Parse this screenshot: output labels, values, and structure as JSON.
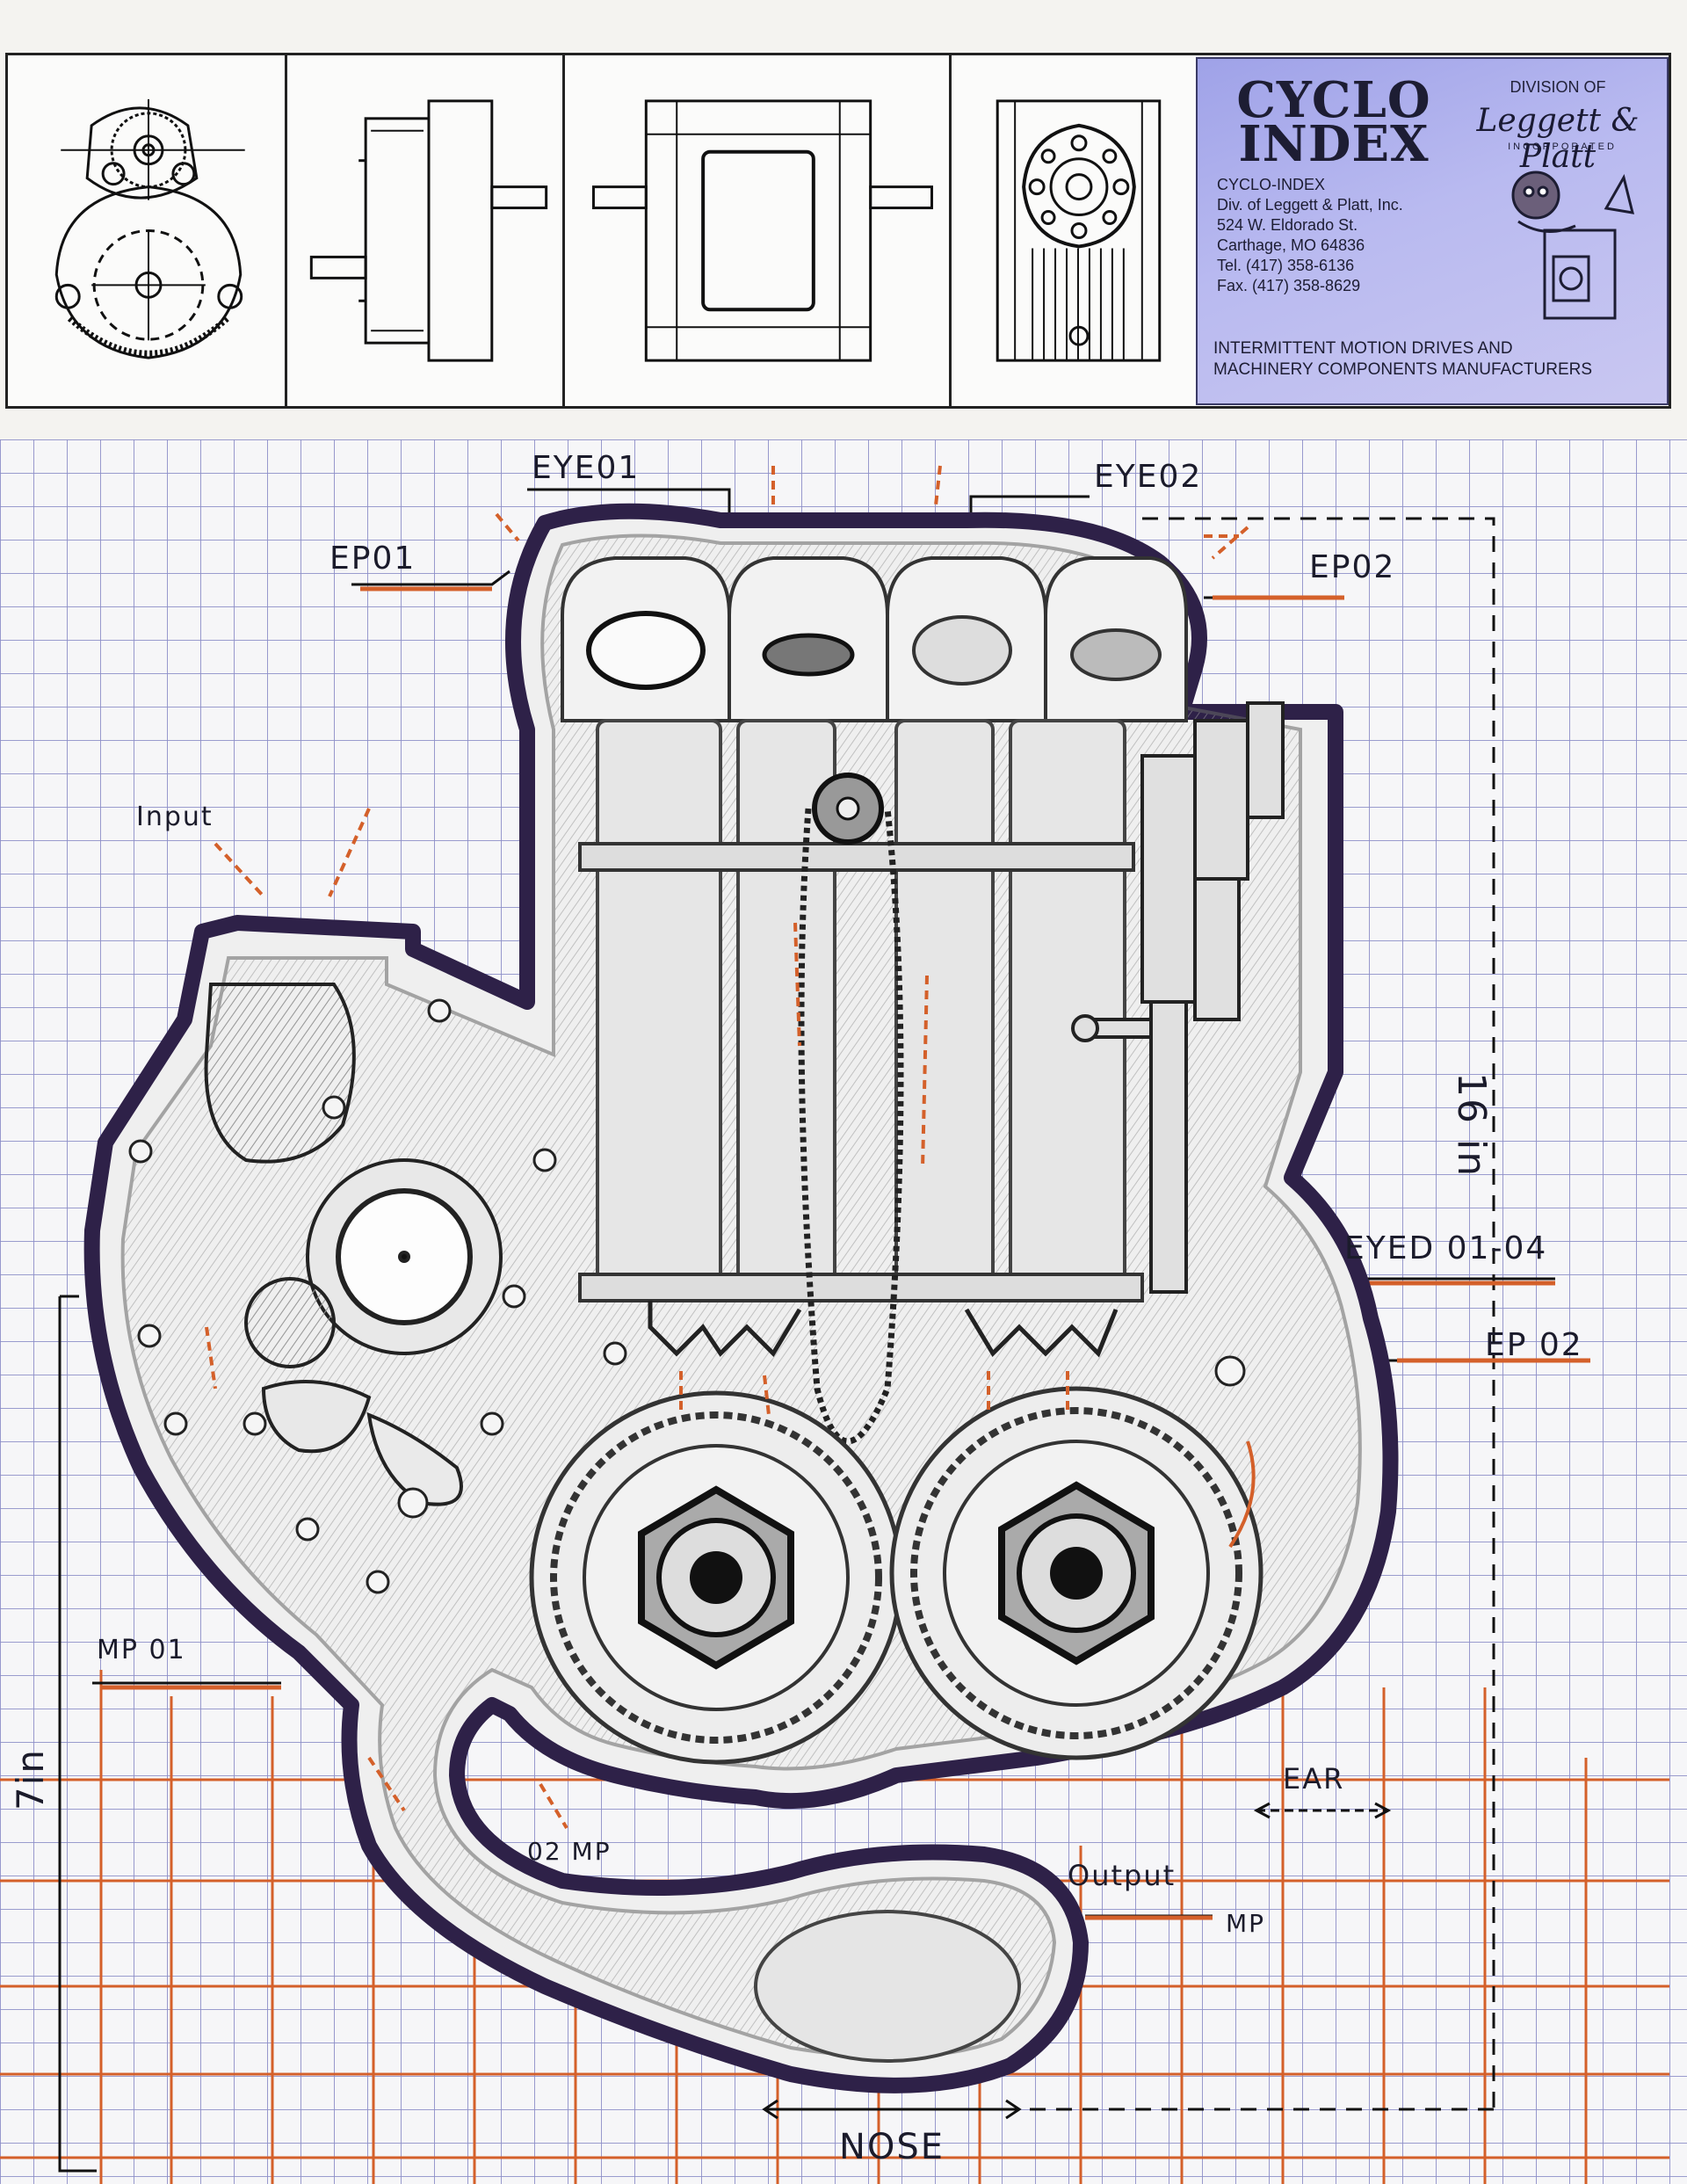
{
  "title_block": {
    "views": [
      {
        "name": "gear-train-view"
      },
      {
        "name": "side-view"
      },
      {
        "name": "front-view"
      },
      {
        "name": "end-view"
      }
    ],
    "brand": {
      "logo_line1": "CYCLO",
      "logo_line2": "INDEX",
      "division_label": "DIVISION OF",
      "parent_script": "Leggett & Platt",
      "parent_inc": "INCORPORATED",
      "address_lines": [
        "CYCLO-INDEX",
        "Div. of Leggett & Platt, Inc.",
        "524 W. Eldorado St.",
        "Carthage, MO 64836",
        "Tel. (417) 358-6136",
        "Fax. (417) 358-8629"
      ],
      "footer_lines": [
        "INTERMITTENT MOTION DRIVES AND",
        "MACHINERY COMPONENTS MANUFACTURERS"
      ]
    }
  },
  "drawing": {
    "labels": {
      "eye01": "EYE01",
      "eye02": "EYE02",
      "ep01": "EP01",
      "ep02_top": "EP02",
      "input": "Input",
      "eyed": "EYED 01-04",
      "ep02_side": "EP 02",
      "mp01": "MP 01",
      "mp02": "02 MP",
      "ear": "EAR",
      "output": "Output",
      "mp_output": "MP",
      "nose": "NOSE",
      "height_dim": "16 in",
      "width_dim": "7in"
    }
  },
  "colors": {
    "paper": "#f4f3f0",
    "grid_blue": "#8d8fc8",
    "grid_orange": "#d4602a",
    "outline_purple": "#2e2148",
    "pencil": "#555555",
    "brand_panel": "#b3b5ee"
  }
}
